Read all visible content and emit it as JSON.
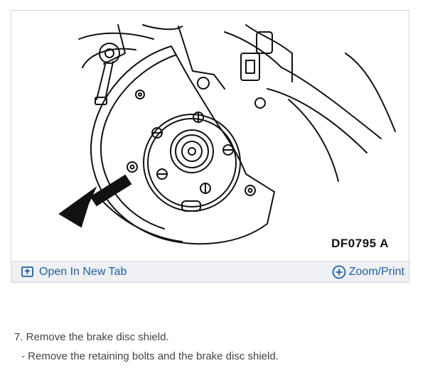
{
  "figure": {
    "code": "DF0795 A",
    "subject": "brake disc shield with retaining bolt indicated"
  },
  "toolbar": {
    "open_tab_label": "Open In New Tab",
    "open_tab_icon": "open-in-new-tab-icon",
    "zoom_label": "Zoom/Print",
    "zoom_icon": "plus-circle-icon",
    "link_color": "#1f5f9f"
  },
  "instructions": {
    "step": "7. Remove the brake disc shield.",
    "substep": "-  Remove the retaining bolts and the brake disc shield."
  }
}
